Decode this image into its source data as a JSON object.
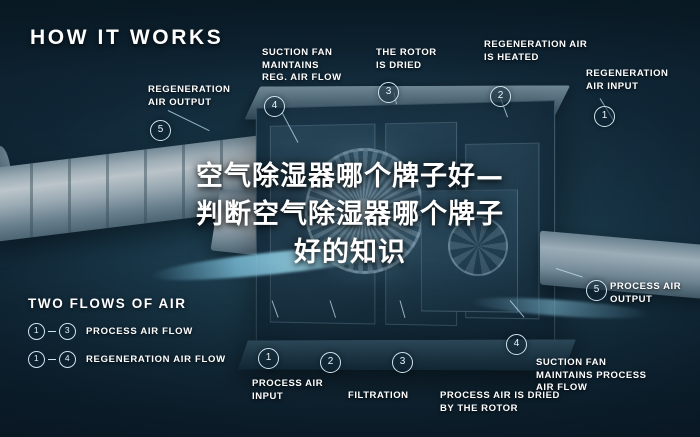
{
  "title": "HOW IT WORKS",
  "overlay_text": [
    "空气除湿器哪个牌子好—",
    "判断空气除湿器哪个牌子",
    "好的知识"
  ],
  "callouts": [
    {
      "number": "1",
      "label": "REGENERATION\nAIR INPUT"
    },
    {
      "number": "2",
      "label": "REGENERATION AIR\nIS HEATED"
    },
    {
      "number": "3",
      "label": "THE ROTOR\nIS DRIED"
    },
    {
      "number": "4",
      "label": "SUCTION FAN\nMAINTAINS\nREG. AIR FLOW"
    },
    {
      "number": "5",
      "label": "REGENERATION\nAIR OUTPUT"
    },
    {
      "number": "1",
      "label": "PROCESS AIR\nINPUT"
    },
    {
      "number": "2",
      "label": "FILTRATION"
    },
    {
      "number": "3",
      "label": "PROCESS AIR IS DRIED\nBY THE ROTOR"
    },
    {
      "number": "4",
      "label": "SUCTION FAN\nMAINTAINS PROCESS\nAIR FLOW"
    },
    {
      "number": "5",
      "label": "PROCESS AIR\nOUTPUT"
    }
  ],
  "legend": {
    "heading": "TWO FLOWS OF AIR",
    "rows": [
      {
        "from": "1",
        "to": "3",
        "label": "PROCESS AIR FLOW"
      },
      {
        "from": "1",
        "to": "4",
        "label": "REGENERATION AIR FLOW"
      }
    ]
  },
  "colors": {
    "background_dark": "#0f2430",
    "accent_line": "#bee1f0",
    "text": "#ffffff"
  }
}
